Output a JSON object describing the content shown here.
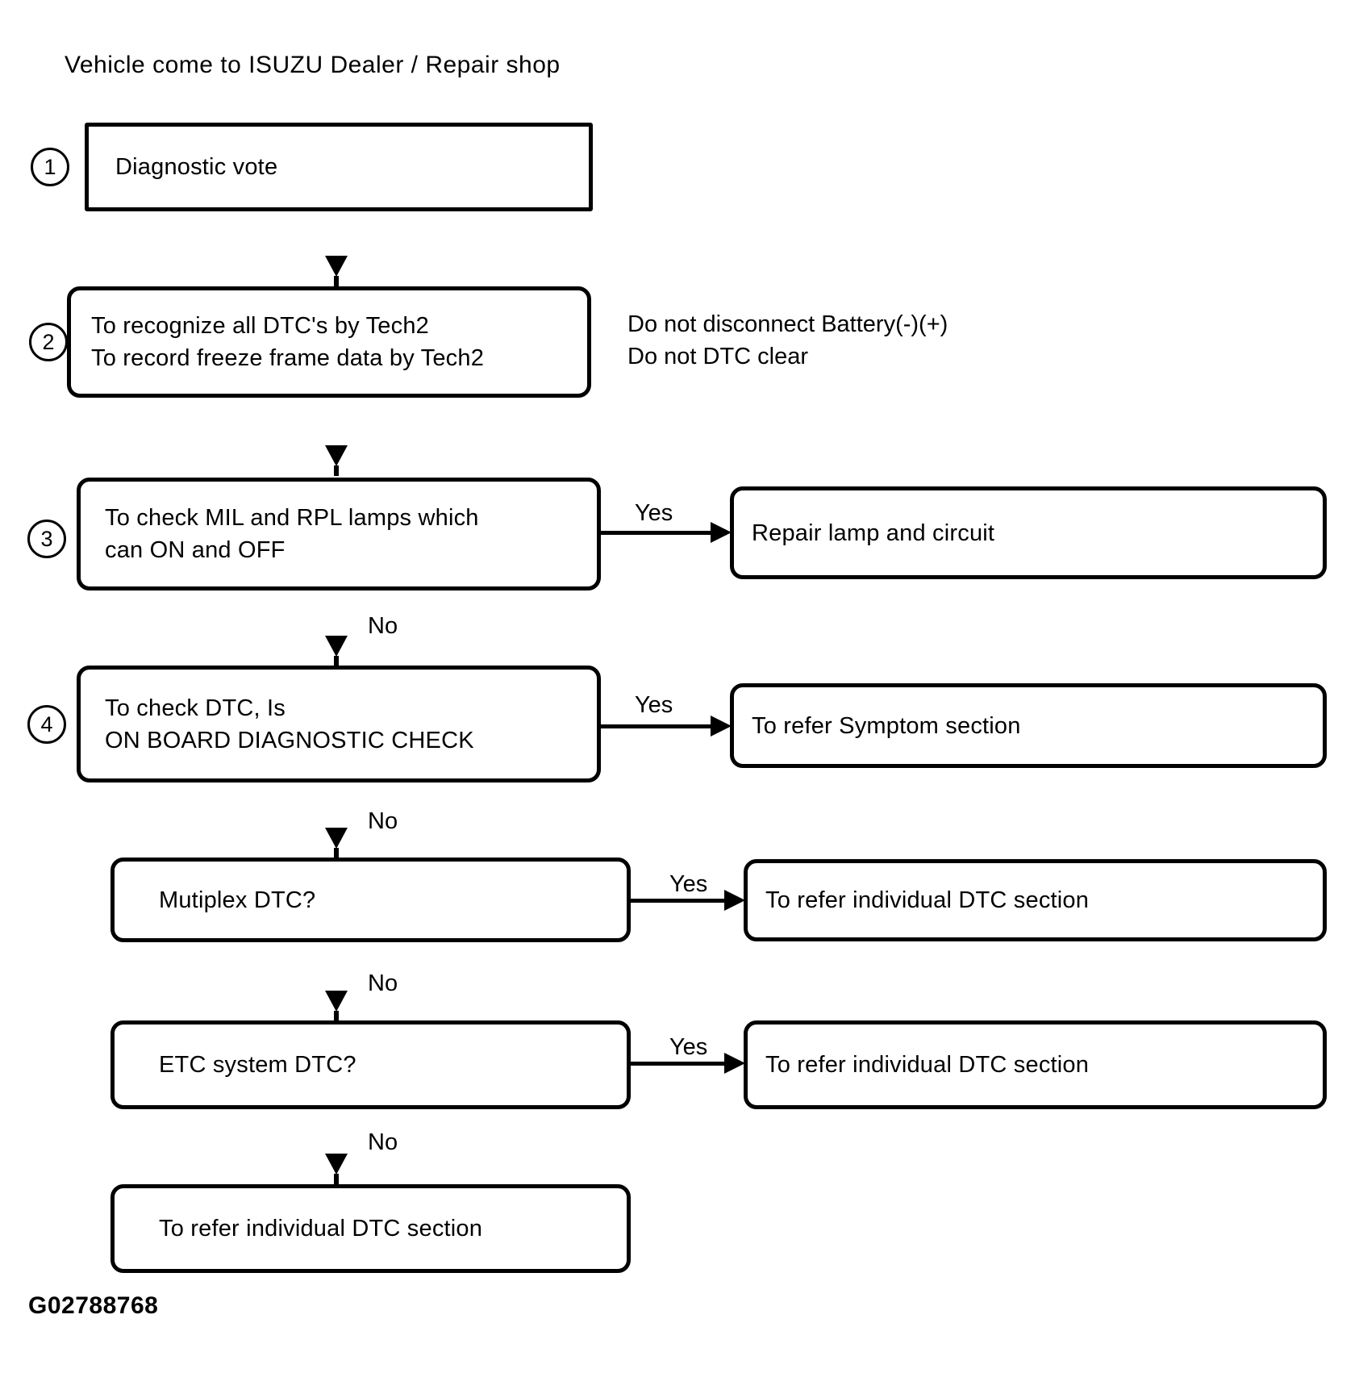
{
  "title": "Vehicle come to ISUZU Dealer / Repair shop",
  "figure_id": "G02788768",
  "labels": {
    "yes": "Yes",
    "no": "No"
  },
  "steps": {
    "s1": "1",
    "s2": "2",
    "s3": "3",
    "s4": "4"
  },
  "note": {
    "line1": "Do not disconnect Battery(-)(+)",
    "line2": "Do not DTC clear"
  },
  "nodes": {
    "box1": {
      "line1": "Diagnostic vote"
    },
    "box2": {
      "line1": "To recognize all DTC's by Tech2",
      "line2": "To record freeze frame data by Tech2"
    },
    "box3": {
      "line1": "To check MIL and RPL lamps which",
      "line2": "can ON and OFF"
    },
    "box4": {
      "line1": "To check DTC, Is",
      "line2": "ON BOARD DIAGNOSTIC CHECK"
    },
    "box5": {
      "line1": "Mutiplex DTC?"
    },
    "box6": {
      "line1": "ETC system DTC?"
    },
    "box7": {
      "line1": "To refer individual DTC section"
    },
    "right1": {
      "line1": "Repair lamp and circuit"
    },
    "right2": {
      "line1": "To refer Symptom section"
    },
    "right3": {
      "line1": "To refer individual DTC section"
    },
    "right4": {
      "line1": "To refer individual DTC section"
    }
  },
  "colors": {
    "ink": "#000000",
    "background": "#ffffff"
  }
}
